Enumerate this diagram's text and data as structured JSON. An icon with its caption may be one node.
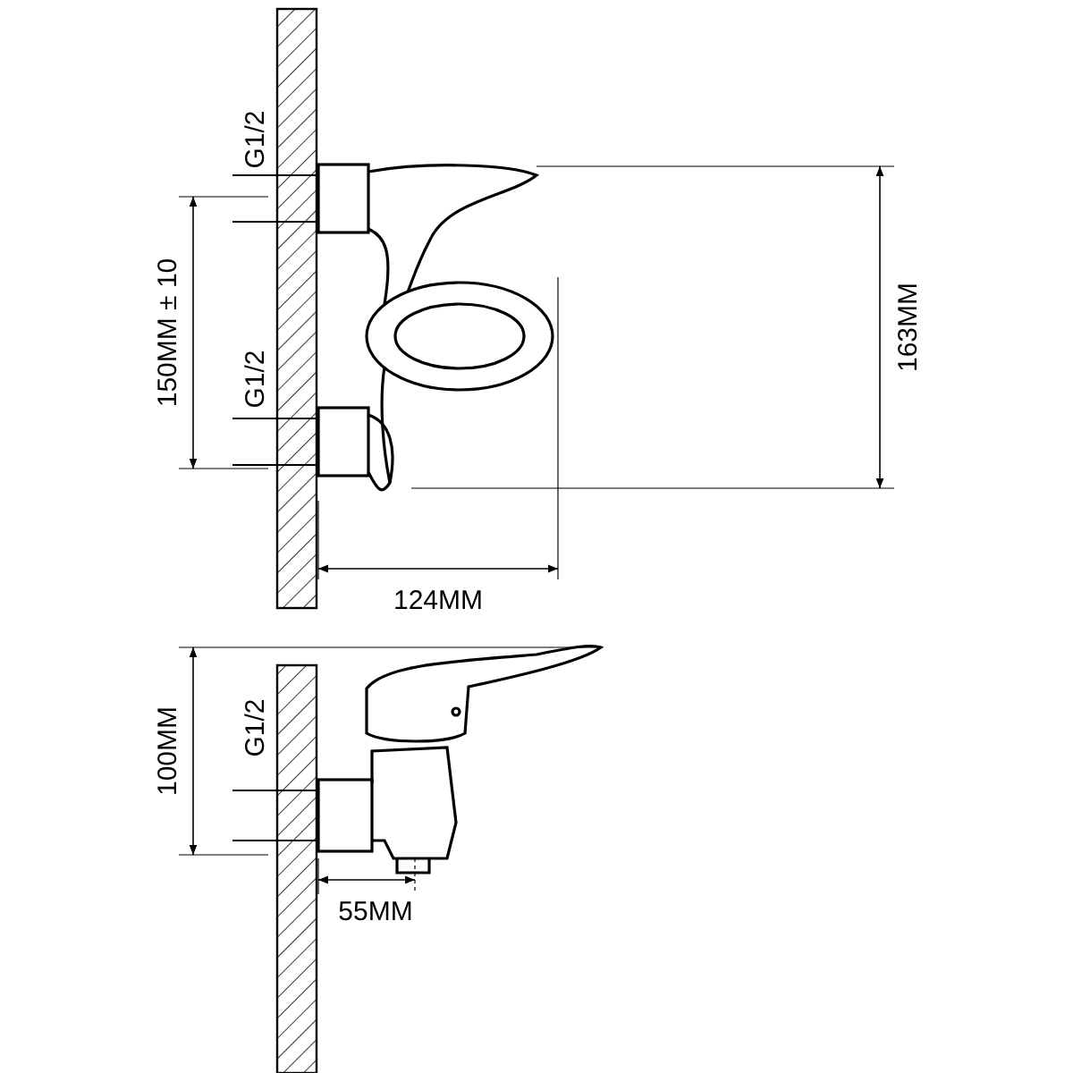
{
  "diagram": {
    "labels": [
      "G1/2",
      "150MM ± 10",
      "G1/2",
      "163MM",
      "124MM",
      "100MM",
      "G1/2",
      "55MM"
    ]
  }
}
